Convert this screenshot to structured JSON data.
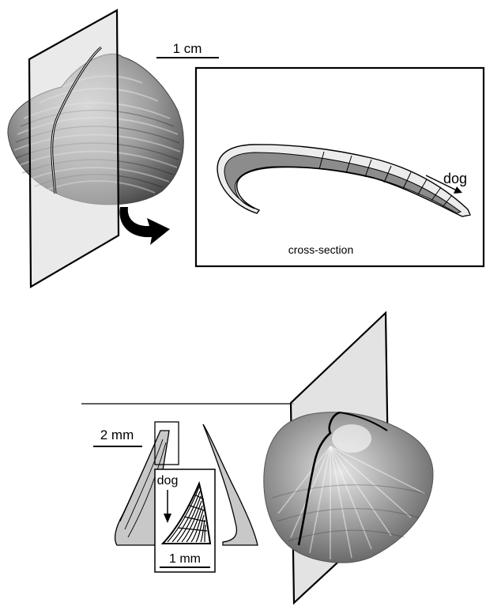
{
  "top_panel": {
    "scale_bar_label": "1 cm",
    "cross_section_label": "cross-section",
    "growth_direction_label": "dog"
  },
  "bottom_panel": {
    "scale_bar_label": "2 mm",
    "inset_scale_bar_label": "1 mm",
    "growth_direction_label": "dog"
  },
  "colors": {
    "plane_fill": "#d9d9d9",
    "section_light": "#ececec",
    "section_dark": "#8c8c8c",
    "outline": "#000000"
  }
}
